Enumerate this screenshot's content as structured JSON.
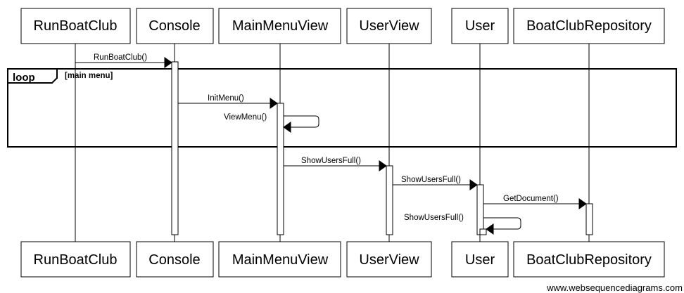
{
  "participants": [
    {
      "name": "RunBoatClub"
    },
    {
      "name": "Console"
    },
    {
      "name": "MainMenuView"
    },
    {
      "name": "UserView"
    },
    {
      "name": "User"
    },
    {
      "name": "BoatClubRepository"
    }
  ],
  "loop": {
    "tag": "loop",
    "condition": "[main menu]"
  },
  "messages": [
    {
      "label": "RunBoatClub()"
    },
    {
      "label": "InitMenu()"
    },
    {
      "label": "ViewMenu()"
    },
    {
      "label": "ShowUsersFull()"
    },
    {
      "label": "ShowUsersFull()"
    },
    {
      "label": "GetDocument()"
    },
    {
      "label": "ShowUsersFull()"
    }
  ],
  "footer": "www.websequencediagrams.com"
}
